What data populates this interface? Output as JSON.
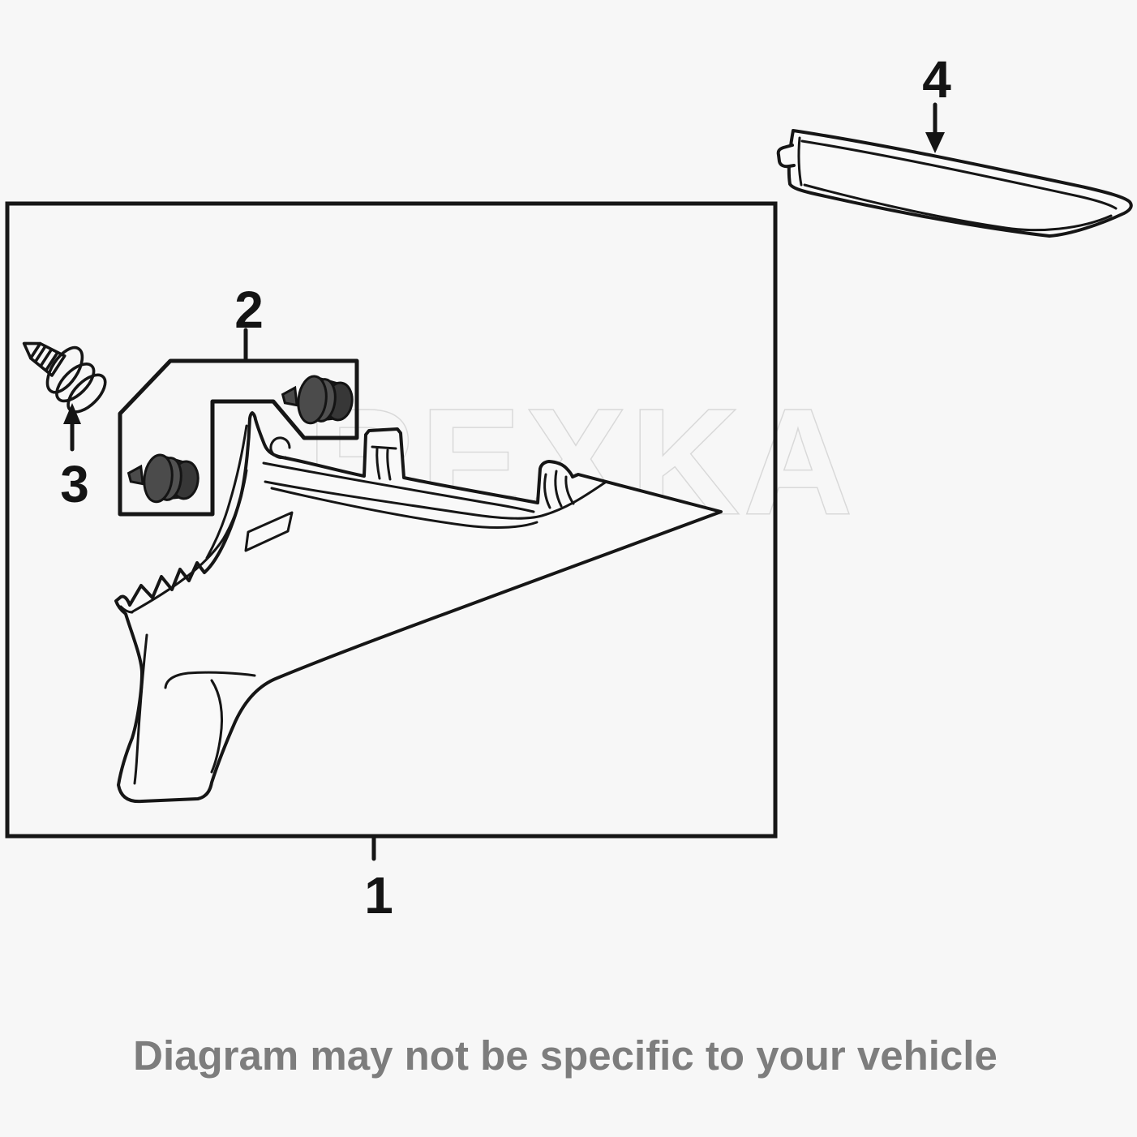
{
  "diagram": {
    "watermark_text": "REXKA",
    "disclaimer_text": "Diagram may not be specific to your vehicle",
    "part_labels": {
      "part1": "1",
      "part2": "2",
      "part3": "3",
      "part4": "4"
    },
    "colors": {
      "background": "#f7f7f7",
      "line": "#161616",
      "fastener_body": "#4b4b4b",
      "fastener_mid": "#515151",
      "fastener_head": "#373737",
      "watermark_stroke": "#d9d9d9",
      "disclaimer": "#7d7d7d"
    }
  }
}
